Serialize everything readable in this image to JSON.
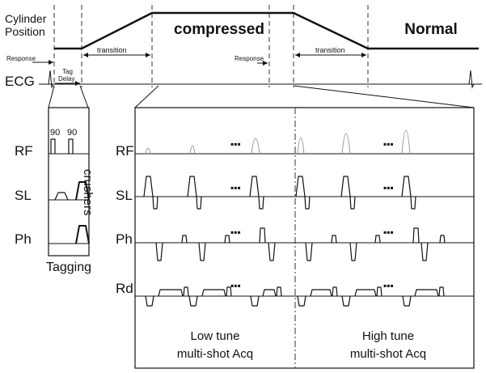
{
  "labels": {
    "cylinder_line1": "Cylinder",
    "cylinder_line2": "Position",
    "compressed": "compressed",
    "normal": "Normal",
    "transition": "transition",
    "response": "Response",
    "tag_delay_line1": "Tag",
    "tag_delay_line2": "Delay",
    "ecg": "ECG",
    "rf": "RF",
    "sl": "SL",
    "ph": "Ph",
    "rd": "Rd",
    "pulse_angle": "90",
    "crushers": "crushers",
    "tagging": "Tagging",
    "low_tune_line1": "Low tune",
    "low_tune_line2": "multi-shot Acq",
    "high_tune_line1": "High tune",
    "high_tune_line2": "multi-shot Acq",
    "ellipsis": "▪▪▪"
  },
  "colors": {
    "ink": "#111111",
    "faint_rf": "#999999",
    "background": "#ffffff"
  }
}
